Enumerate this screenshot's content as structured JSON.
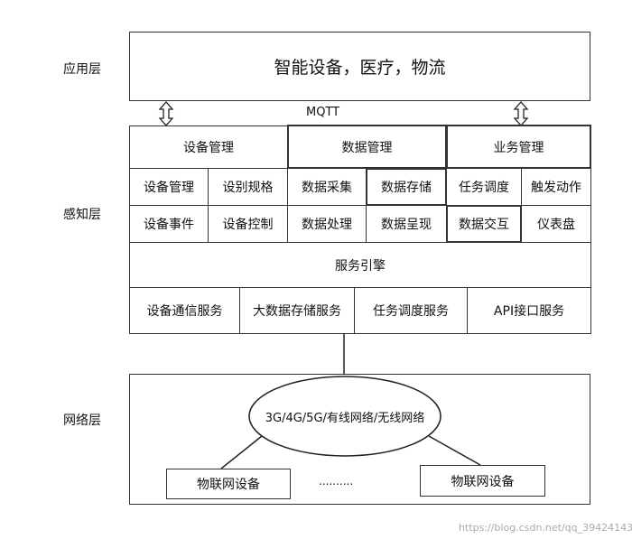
{
  "layers": {
    "application": "应用层",
    "perception": "感知层",
    "network": "网络层"
  },
  "application_box": "智能设备，医疗，物流",
  "protocol": "MQTT",
  "groups": [
    {
      "title": "设备管理",
      "items": [
        "设备管理",
        "设别规格",
        "设备事件",
        "设备控制"
      ]
    },
    {
      "title": "数据管理",
      "items": [
        "数据采集",
        "数据存储",
        "数据处理",
        "数据呈现"
      ]
    },
    {
      "title": "业务管理",
      "items": [
        "任务调度",
        "触发动作",
        "数据交互",
        "仪表盘"
      ]
    }
  ],
  "service_engine": "服务引擎",
  "services": [
    "设备通信服务",
    "大数据存储服务",
    "任务调度服务",
    "API接口服务"
  ],
  "network": {
    "ellipse": "3G/4G/5G/有线网络/无线网络",
    "device_left": "物联网设备",
    "ellipsis": "..........",
    "device_right": "物联网设备"
  },
  "watermark": "https://blog.csdn.net/qq_39424143"
}
